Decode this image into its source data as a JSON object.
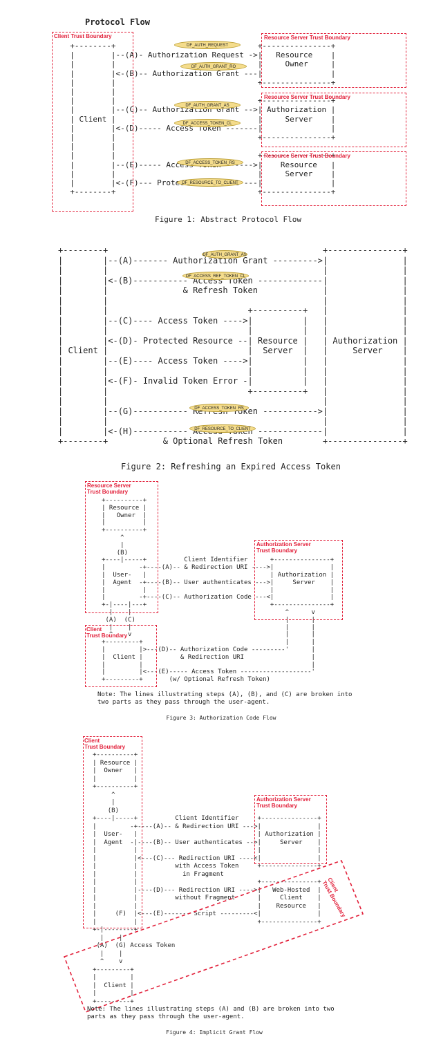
{
  "page_title": "Protocol Flow",
  "figure1": {
    "caption": "Figure 1: Abstract Protocol Flow",
    "lines": [
      "  +--------+                               +---------------+",
      "  |        |--(A)- Authorization Request ->|   Resource    |",
      "  |        |                               |     Owner     |",
      "  |        |<-(B)-- Authorization Grant ---|               |",
      "  |        |                               +---------------+",
      "  |        |",
      "  |        |                               +---------------+",
      "  |        |--(C)-- Authorization Grant -->| Authorization |",
      "  | Client |                               |     Server    |",
      "  |        |<-(D)----- Access Token -------|               |",
      "  |        |                               +---------------+",
      "  |        |",
      "  |        |                               +---------------+",
      "  |        |--(E)----- Access Token ------>|    Resource   |",
      "  |        |                               |     Server    |",
      "  |        |<-(F)--- Protected Resource ---|               |",
      "  +--------+                               +---------------+"
    ],
    "boundaries": [
      "Client Trust Boundary",
      "Resource Server Trust Boundary",
      "Resource Server Trust Boundary",
      "Resource Server Trust Boundary"
    ],
    "dataflows": [
      "DF_AUTH_REQUEST",
      "DF_AUTH_GRANT_RO",
      "DF_AUTH_GRANT_AS",
      "DF_ACCESS_TOKEN_CL",
      "DF_ACCESS_TOKEN_RS",
      "DF_RESOURCE_TO_CLIENT"
    ]
  },
  "figure2": {
    "caption": "Figure 2: Refreshing an Expired Access Token",
    "lines": [
      "+--------+                                           +---------------+",
      "|        |--(A)------- Authorization Grant --------->|               |",
      "|        |                                           |               |",
      "|        |<-(B)----------- Access Token -------------|               |",
      "|        |               & Refresh Token             |               |",
      "|        |                                           |               |",
      "|        |                            +----------+   |               |",
      "|        |--(C)---- Access Token ---->|          |   |               |",
      "|        |                            |          |   |               |",
      "|        |<-(D)- Protected Resource --| Resource |   | Authorization |",
      "| Client |                            |  Server  |   |     Server    |",
      "|        |--(E)---- Access Token ---->|          |   |               |",
      "|        |                            |          |   |               |",
      "|        |<-(F)- Invalid Token Error -|          |   |               |",
      "|        |                            +----------+   |               |",
      "|        |                                           |               |",
      "|        |--(G)----------- Refresh Token ----------->|               |",
      "|        |                                           |               |",
      "|        |<-(H)----------- Access Token -------------|               |",
      "+--------+           & Optional Refresh Token        +---------------+"
    ],
    "dataflows": [
      "DF_AUTH_GRANT_AS",
      "DF_ACCESS_REF_TOKEN_CL",
      "DF_ACCESS_TOKEN_RS",
      "DF_RESOURCE_TO_CLIENT"
    ]
  },
  "figure3": {
    "caption": "Figure 3: Authorization Code Flow",
    "lines": [
      "     +----------+",
      "     | Resource |",
      "     |   Owner  |",
      "     |          |",
      "     +----------+",
      "          ^",
      "          |",
      "         (B)",
      "     +----|-----+          Client Identifier      +---------------+",
      "     |         -+----(A)-- & Redirection URI ---->|               |",
      "     |  User-   |                                 | Authorization |",
      "     |  Agent  -+----(B)-- User authenticates --->|     Server    |",
      "     |          |                                 |               |",
      "     |         -+----(C)-- Authorization Code ---<|               |",
      "     +-|----|---+                                 +---------------+",
      "       |    |                                         ^      v",
      "      (A)  (C)                                        |      |",
      "       |    |                                         |      |",
      "       ^    v                                         |      |",
      "     +---------+                                      |      |",
      "     |         |>---(D)-- Authorization Code ---------'      |",
      "     |  Client |          & Redirection URI                  |",
      "     |         |                                             |",
      "     |         |<---(E)----- Access Token -------------------'",
      "     +---------+       (w/ Optional Refresh Token)"
    ],
    "note": [
      "Note: The lines illustrating steps (A), (B), and (C) are broken into",
      "two parts as they pass through the user-agent."
    ],
    "boundaries": [
      "Resource Server\nTrust Boundary",
      "Authorization Server\nTrust Boundary",
      "Client\nTrust Boundary"
    ]
  },
  "figure4": {
    "caption": "Figure 4: Implicit Grant Flow",
    "lines": [
      "     +----------+",
      "     | Resource |",
      "     |  Owner   |",
      "     |          |",
      "     +----------+",
      "          ^",
      "          |",
      "         (B)",
      "     +----|-----+          Client Identifier     +---------------+",
      "     |         -+----(A)-- & Redirection URI --->|               |",
      "     |  User-   |                                | Authorization |",
      "     |  Agent  -|----(B)-- User authenticates -->|     Server    |",
      "     |          |                                |               |",
      "     |          |<---(C)--- Redirection URI ----<|               |",
      "     |          |          with Access Token     +---------------+",
      "     |          |            in Fragment",
      "     |          |                                +---------------+",
      "     |          |----(D)--- Redirection URI ---->|   Web-Hosted  |",
      "     |          |          without Fragment      |     Client    |",
      "     |          |                                |    Resource   |",
      "     |     (F)  |<---(E)------- Script ---------<|               |",
      "     |          |                                +---------------+",
      "     +-|--------+",
      "       |    |",
      "      (A)  (G) Access Token",
      "       |    |",
      "       ^    v",
      "     +---------+",
      "     |         |",
      "     |  Client |",
      "     |         |",
      "     +---------+"
    ],
    "note": [
      "Note: The lines illustrating steps (A) and (B) are broken into two",
      "parts as they pass through the user-agent."
    ],
    "boundaries": [
      "Client\nTrust Boundary",
      "Authorization Server\nTrust Boundary",
      "Client\nTrust Boundary"
    ]
  }
}
